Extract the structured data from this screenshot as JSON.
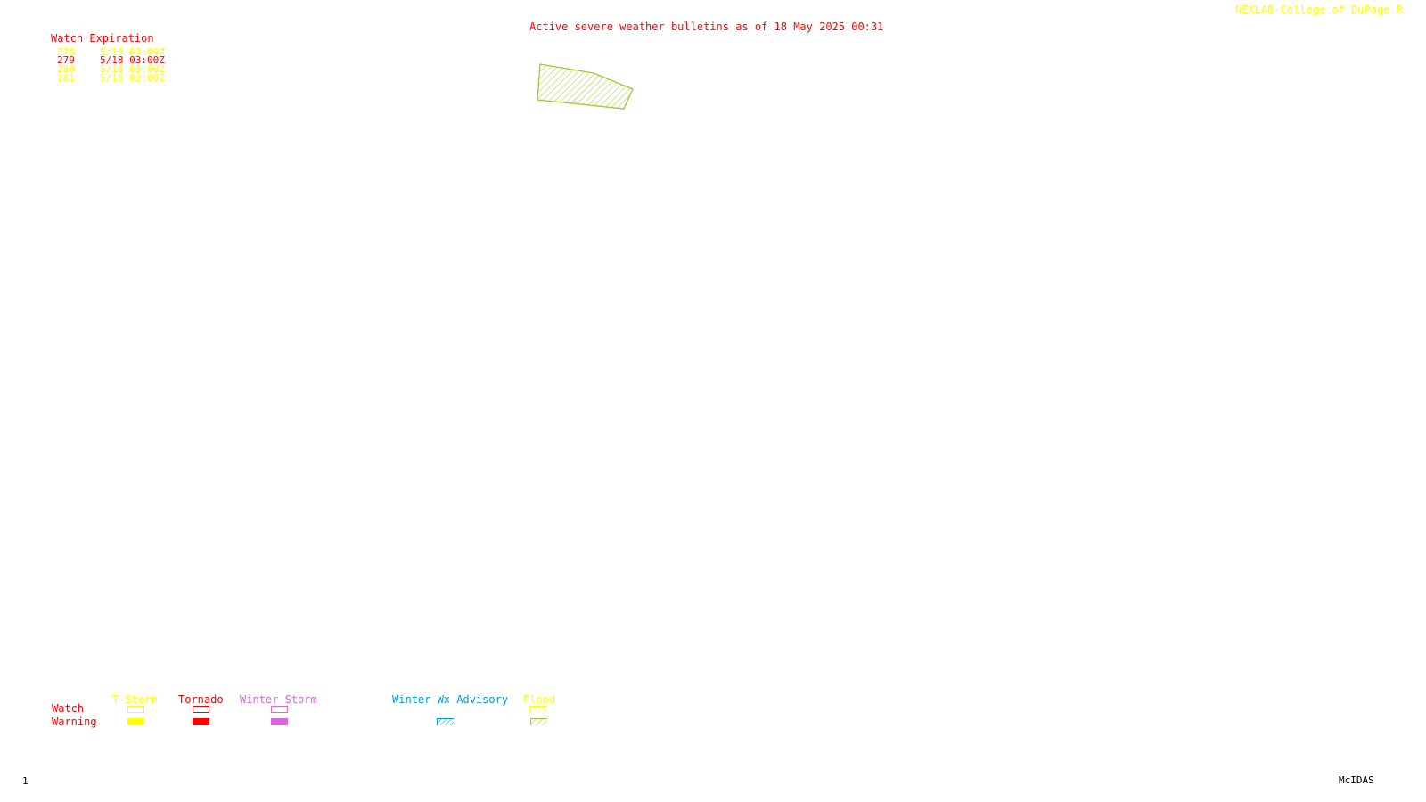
{
  "header": {
    "title": "Active severe weather bulletins as of 18 May 2025 00:31",
    "credit": "NEXLAB-College of DuPage R"
  },
  "watch_table": {
    "heading": "Watch Expiration",
    "rows": [
      {
        "number": "278",
        "expires": "5/18 03:00Z",
        "kind": "T-Storm",
        "color": "#ffff00"
      },
      {
        "number": "279",
        "expires": "5/18 03:00Z",
        "kind": "Tornado",
        "color": "#ff0000"
      },
      {
        "number": "280",
        "expires": "5/18 03:00Z",
        "kind": "T-Storm",
        "color": "#ffff00"
      },
      {
        "number": "281",
        "expires": "5/18 03:00Z",
        "kind": "T-Storm",
        "color": "#ffff00"
      }
    ]
  },
  "polygons": [
    {
      "name": "flood-warning-area",
      "category": "Flood",
      "type": "Warning",
      "color": "#99cc33",
      "fill": "hatch"
    }
  ],
  "legend": {
    "row_labels": {
      "watch": "Watch",
      "warning": "Warning"
    },
    "categories": [
      {
        "label": "T-Storm",
        "color": "#ffff00"
      },
      {
        "label": "Tornado",
        "color": "#ff0000"
      },
      {
        "label": "Winter Storm",
        "color": "#dd66dd"
      },
      {
        "label": "Winter Wx Advisory",
        "color": "#0099dd"
      },
      {
        "label": "Flood",
        "color": "#99cc33"
      }
    ]
  },
  "footer": {
    "frame": "1",
    "software": "McIDAS"
  }
}
